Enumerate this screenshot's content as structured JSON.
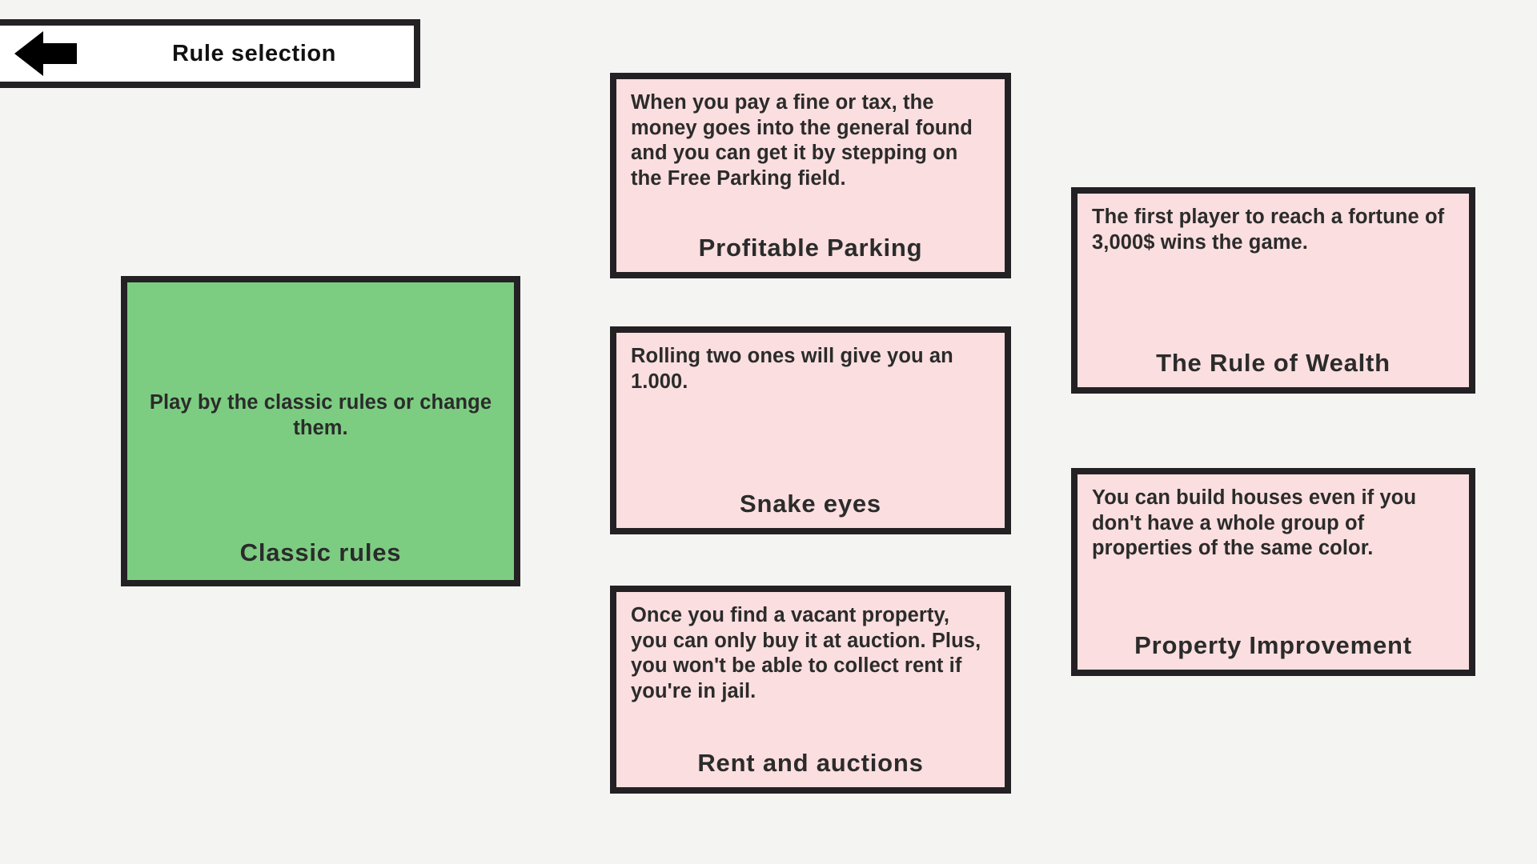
{
  "header": {
    "title": "Rule selection",
    "back_icon": "left-arrow-icon"
  },
  "colors": {
    "background": "#f4f4f3",
    "border": "#242124",
    "card_pink": "#fbdedf",
    "card_green": "#7ccd81",
    "text": "#2b2b2b",
    "header_bg": "#ffffff"
  },
  "cards": {
    "classic": {
      "body": "Play by the classic rules or change them.",
      "title": "Classic rules"
    },
    "parking": {
      "body": "When you pay a fine or tax, the money goes into the general found and you can get it by stepping on the Free Parking field.",
      "title": "Profitable Parking"
    },
    "snake": {
      "body": "Rolling two ones will give you an 1.000.",
      "title": "Snake eyes"
    },
    "rent": {
      "body": "Once you find a vacant property, you can only buy it at auction. Plus, you won't be able to collect rent if you're in jail.",
      "title": "Rent and auctions"
    },
    "wealth": {
      "body": "The first player to reach a fortune of 3,000$ wins the game.",
      "title": "The Rule of Wealth"
    },
    "property": {
      "body": "You can build houses even if you don't have a whole group of properties of the same color.",
      "title": "Property Improvement"
    }
  }
}
